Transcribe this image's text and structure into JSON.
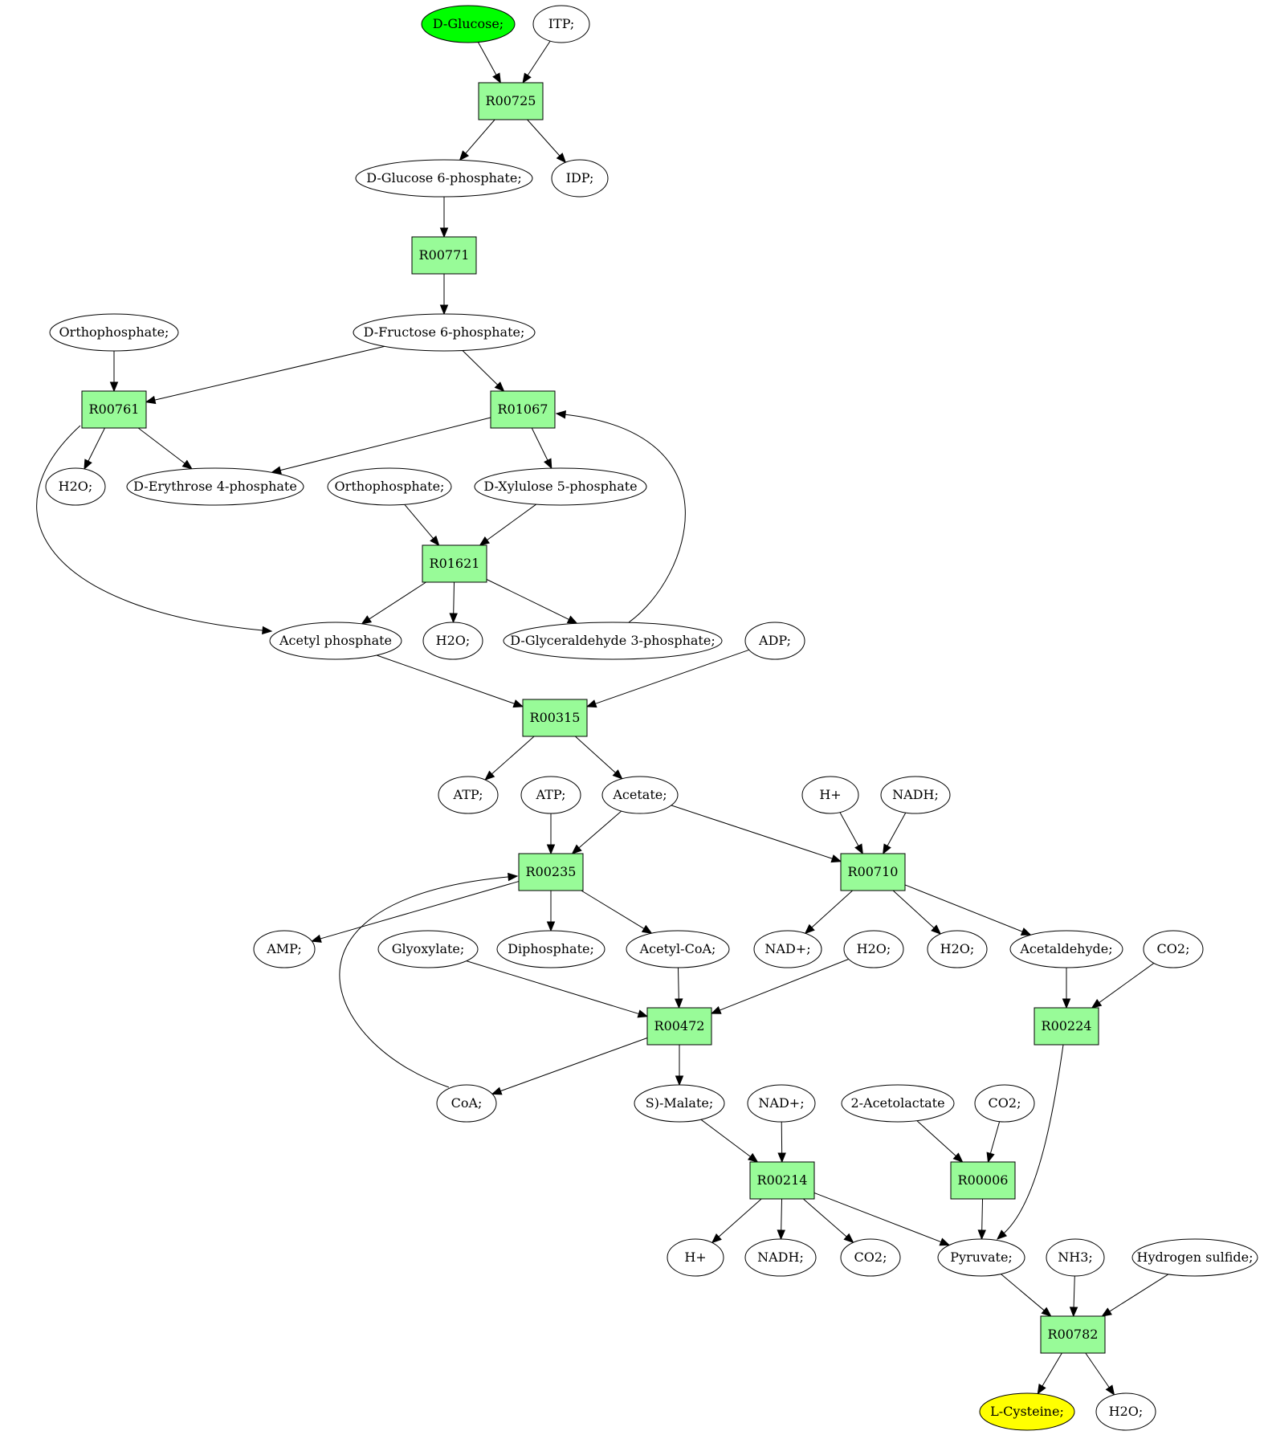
{
  "colors": {
    "reaction_fill": "#98fb98",
    "start_fill": "#00ff00",
    "target_fill": "#ffff00",
    "default_fill": "#ffffff",
    "stroke": "#000000"
  },
  "nodes": {
    "c_dglucose": {
      "label": "D-Glucose;",
      "kind": "compound",
      "role": "start"
    },
    "c_itp": {
      "label": "ITP;",
      "kind": "compound"
    },
    "r00725": {
      "label": "R00725",
      "kind": "reaction"
    },
    "c_g6p": {
      "label": "D-Glucose 6-phosphate;",
      "kind": "compound"
    },
    "c_idp": {
      "label": "IDP;",
      "kind": "compound"
    },
    "r00771": {
      "label": "R00771",
      "kind": "reaction"
    },
    "c_ortho1": {
      "label": "Orthophosphate;",
      "kind": "compound"
    },
    "c_f6p": {
      "label": "D-Fructose 6-phosphate;",
      "kind": "compound"
    },
    "r00761": {
      "label": "R00761",
      "kind": "reaction"
    },
    "r01067": {
      "label": "R01067",
      "kind": "reaction"
    },
    "c_h2o_1": {
      "label": "H2O;",
      "kind": "compound"
    },
    "c_e4p": {
      "label": "D-Erythrose 4-phosphate",
      "kind": "compound"
    },
    "c_ortho2": {
      "label": "Orthophosphate;",
      "kind": "compound"
    },
    "c_x5p": {
      "label": "D-Xylulose 5-phosphate",
      "kind": "compound"
    },
    "r01621": {
      "label": "R01621",
      "kind": "reaction"
    },
    "c_acetylp": {
      "label": "Acetyl phosphate",
      "kind": "compound"
    },
    "c_h2o_2": {
      "label": "H2O;",
      "kind": "compound"
    },
    "c_g3p": {
      "label": "D-Glyceraldehyde 3-phosphate;",
      "kind": "compound"
    },
    "c_adp": {
      "label": "ADP;",
      "kind": "compound"
    },
    "r00315": {
      "label": "R00315",
      "kind": "reaction"
    },
    "c_atp1": {
      "label": "ATP;",
      "kind": "compound"
    },
    "c_atp2": {
      "label": "ATP;",
      "kind": "compound"
    },
    "c_acetate": {
      "label": "Acetate;",
      "kind": "compound"
    },
    "c_hplus1": {
      "label": "H+",
      "kind": "compound"
    },
    "c_nadh1": {
      "label": "NADH;",
      "kind": "compound"
    },
    "r00235": {
      "label": "R00235",
      "kind": "reaction"
    },
    "r00710": {
      "label": "R00710",
      "kind": "reaction"
    },
    "c_amp": {
      "label": "AMP;",
      "kind": "compound"
    },
    "c_glyox": {
      "label": "Glyoxylate;",
      "kind": "compound"
    },
    "c_diphos": {
      "label": "Diphosphate;",
      "kind": "compound"
    },
    "c_acoa": {
      "label": "Acetyl-CoA;",
      "kind": "compound"
    },
    "c_nadp1": {
      "label": "NAD+;",
      "kind": "compound"
    },
    "c_h2o_3": {
      "label": "H2O;",
      "kind": "compound"
    },
    "c_h2o_4": {
      "label": "H2O;",
      "kind": "compound"
    },
    "c_acetald": {
      "label": "Acetaldehyde;",
      "kind": "compound"
    },
    "c_co2_1": {
      "label": "CO2;",
      "kind": "compound"
    },
    "r00472": {
      "label": "R00472",
      "kind": "reaction"
    },
    "r00224": {
      "label": "R00224",
      "kind": "reaction"
    },
    "c_coa": {
      "label": "CoA;",
      "kind": "compound"
    },
    "c_malate": {
      "label": "S)-Malate;",
      "kind": "compound"
    },
    "c_nadp2": {
      "label": "NAD+;",
      "kind": "compound"
    },
    "c_acetolac": {
      "label": "2-Acetolactate",
      "kind": "compound"
    },
    "c_co2_2": {
      "label": "CO2;",
      "kind": "compound"
    },
    "r00214": {
      "label": "R00214",
      "kind": "reaction"
    },
    "r00006": {
      "label": "R00006",
      "kind": "reaction"
    },
    "c_hplus2": {
      "label": "H+",
      "kind": "compound"
    },
    "c_nadh2": {
      "label": "NADH;",
      "kind": "compound"
    },
    "c_co2_3": {
      "label": "CO2;",
      "kind": "compound"
    },
    "c_pyruvate": {
      "label": "Pyruvate;",
      "kind": "compound"
    },
    "c_nh3": {
      "label": "NH3;",
      "kind": "compound"
    },
    "c_h2s": {
      "label": "Hydrogen sulfide;",
      "kind": "compound"
    },
    "r00782": {
      "label": "R00782",
      "kind": "reaction"
    },
    "c_lcys": {
      "label": "L-Cysteine;",
      "kind": "compound",
      "role": "target"
    },
    "c_h2o_5": {
      "label": "H2O;",
      "kind": "compound"
    }
  },
  "edges": [
    [
      "c_dglucose",
      "r00725"
    ],
    [
      "c_itp",
      "r00725"
    ],
    [
      "r00725",
      "c_g6p"
    ],
    [
      "r00725",
      "c_idp"
    ],
    [
      "c_g6p",
      "r00771"
    ],
    [
      "r00771",
      "c_f6p"
    ],
    [
      "c_ortho1",
      "r00761"
    ],
    [
      "c_f6p",
      "r00761"
    ],
    [
      "c_f6p",
      "r01067"
    ],
    [
      "r00761",
      "c_h2o_1"
    ],
    [
      "r00761",
      "c_e4p"
    ],
    [
      "r00761",
      "c_acetylp"
    ],
    [
      "r01067",
      "c_e4p"
    ],
    [
      "r01067",
      "c_x5p"
    ],
    [
      "c_ortho2",
      "r01621"
    ],
    [
      "c_x5p",
      "r01621"
    ],
    [
      "r01621",
      "c_acetylp"
    ],
    [
      "r01621",
      "c_h2o_2"
    ],
    [
      "r01621",
      "c_g3p"
    ],
    [
      "c_g3p",
      "r01067"
    ],
    [
      "c_acetylp",
      "r00315"
    ],
    [
      "c_adp",
      "r00315"
    ],
    [
      "r00315",
      "c_atp1"
    ],
    [
      "r00315",
      "c_acetate"
    ],
    [
      "c_atp2",
      "r00235"
    ],
    [
      "c_acetate",
      "r00235"
    ],
    [
      "c_acetate",
      "r00710"
    ],
    [
      "c_hplus1",
      "r00710"
    ],
    [
      "c_nadh1",
      "r00710"
    ],
    [
      "r00235",
      "c_amp"
    ],
    [
      "r00235",
      "c_diphos"
    ],
    [
      "r00235",
      "c_acoa"
    ],
    [
      "c_coa",
      "r00235"
    ],
    [
      "r00710",
      "c_nadp1"
    ],
    [
      "r00710",
      "c_h2o_4"
    ],
    [
      "r00710",
      "c_acetald"
    ],
    [
      "c_glyox",
      "r00472"
    ],
    [
      "c_acoa",
      "r00472"
    ],
    [
      "c_h2o_3",
      "r00472"
    ],
    [
      "c_acetald",
      "r00224"
    ],
    [
      "c_co2_1",
      "r00224"
    ],
    [
      "r00472",
      "c_coa"
    ],
    [
      "r00472",
      "c_malate"
    ],
    [
      "c_malate",
      "r00214"
    ],
    [
      "c_nadp2",
      "r00214"
    ],
    [
      "c_acetolac",
      "r00006"
    ],
    [
      "c_co2_2",
      "r00006"
    ],
    [
      "r00214",
      "c_hplus2"
    ],
    [
      "r00214",
      "c_nadh2"
    ],
    [
      "r00214",
      "c_co2_3"
    ],
    [
      "r00214",
      "c_pyruvate"
    ],
    [
      "r00006",
      "c_pyruvate"
    ],
    [
      "r00224",
      "c_pyruvate"
    ],
    [
      "c_pyruvate",
      "r00782"
    ],
    [
      "c_nh3",
      "r00782"
    ],
    [
      "c_h2s",
      "r00782"
    ],
    [
      "r00782",
      "c_lcys"
    ],
    [
      "r00782",
      "c_h2o_5"
    ]
  ]
}
